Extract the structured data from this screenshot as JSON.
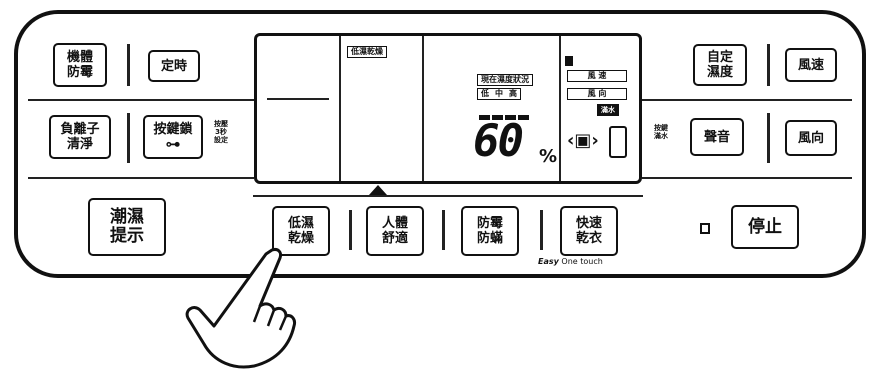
{
  "left_panel": {
    "body_antimold": [
      "機體",
      "防霉"
    ],
    "timer": "定時",
    "ion_clean": [
      "負離子",
      "清淨"
    ],
    "key_lock": "按鍵鎖",
    "key_lock_hint": [
      "按壓",
      "3秒",
      "設定"
    ],
    "humidity_alert": [
      "潮濕",
      "提示"
    ]
  },
  "display": {
    "mode_label": "低濕乾燥",
    "status_title": "現在濕度狀況",
    "levels": [
      "低",
      "中",
      "高"
    ],
    "humidity_value": "60",
    "humidity_unit": "%",
    "fan_speed": "風 速",
    "fan_direction": "風 向",
    "full_water": "滿水"
  },
  "modes": {
    "low_dry": [
      "低濕",
      "乾燥"
    ],
    "comfort": [
      "人體",
      "舒適"
    ],
    "antimold": [
      "防霉",
      "防蟎"
    ],
    "fast_dry": [
      "快速",
      "乾衣"
    ],
    "easy": "Easy",
    "one_touch": "One touch"
  },
  "right_panel": {
    "custom_humidity": [
      "自定",
      "濕度"
    ],
    "fan_speed": "風速",
    "sound_hint": [
      "按鍵",
      "滿水"
    ],
    "sound": "聲音",
    "fan_direction": "風向",
    "stop": "停止"
  }
}
